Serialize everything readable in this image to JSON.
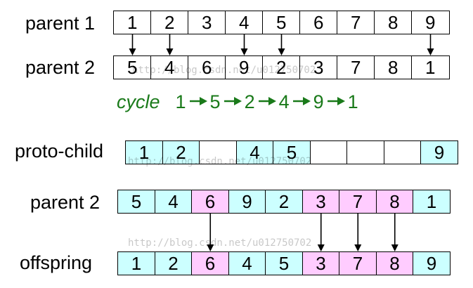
{
  "labels": {
    "parent1": "parent 1",
    "parent2_top": "parent 2",
    "proto_child": "proto-child",
    "parent2_bottom": "parent 2",
    "offspring": "offspring"
  },
  "rows": {
    "parent1": {
      "values": [
        "1",
        "2",
        "3",
        "4",
        "5",
        "6",
        "7",
        "8",
        "9"
      ],
      "colors": [
        "white",
        "white",
        "white",
        "white",
        "white",
        "white",
        "white",
        "white",
        "white"
      ]
    },
    "parent2_top": {
      "values": [
        "5",
        "4",
        "6",
        "9",
        "2",
        "3",
        "7",
        "8",
        "1"
      ],
      "colors": [
        "white",
        "white",
        "white",
        "white",
        "white",
        "white",
        "white",
        "white",
        "white"
      ]
    },
    "proto_child": {
      "values": [
        "1",
        "2",
        "",
        "4",
        "5",
        "",
        "",
        "",
        "9"
      ],
      "colors": [
        "cyan",
        "cyan",
        "white",
        "cyan",
        "cyan",
        "white",
        "white",
        "white",
        "cyan"
      ]
    },
    "parent2_bottom": {
      "values": [
        "5",
        "4",
        "6",
        "9",
        "2",
        "3",
        "7",
        "8",
        "1"
      ],
      "colors": [
        "cyan",
        "cyan",
        "pink",
        "cyan",
        "cyan",
        "pink",
        "pink",
        "pink",
        "cyan"
      ]
    },
    "offspring": {
      "values": [
        "1",
        "2",
        "6",
        "4",
        "5",
        "3",
        "7",
        "8",
        "9"
      ],
      "colors": [
        "cyan",
        "cyan",
        "pink",
        "cyan",
        "cyan",
        "pink",
        "pink",
        "pink",
        "cyan"
      ]
    }
  },
  "cycle": {
    "word": "cycle",
    "sequence": [
      "1",
      "5",
      "2",
      "4",
      "9",
      "1"
    ]
  },
  "arrows": {
    "top_positions": [
      0,
      1,
      3,
      4,
      8
    ],
    "bottom_positions": [
      2,
      5,
      6,
      7
    ]
  },
  "watermark": "http://blog.csdn.net/u012750702",
  "colors": {
    "cyan": "#ccffff",
    "pink": "#ffccff",
    "cycle_green": "#1a7a1a"
  }
}
